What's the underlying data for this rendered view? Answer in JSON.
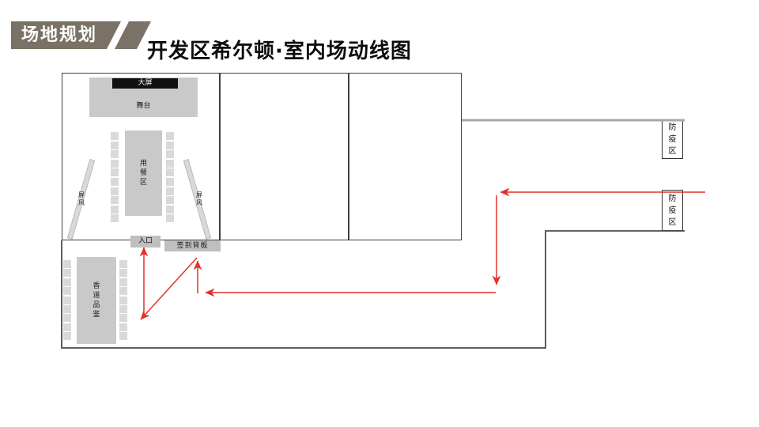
{
  "slide": {
    "banner_label": "场地规划",
    "title": "开发区希尔顿·室内场动线图"
  },
  "floorplan": {
    "big_screen_label": "大屏",
    "stage_label": "舞台",
    "dining_area_label": "用餐区",
    "screen_left_label": "屏风",
    "screen_right_label": "屏风",
    "entrance_label": "入口",
    "signin_board_label": "签到背板",
    "tea_area_label": "香道品鉴",
    "quarantine_top_label": "防疫区",
    "quarantine_bottom_label": "防疫区",
    "dining_chairs_per_column": 10,
    "tea_chairs_per_column": 9
  },
  "colors": {
    "banner": "#7a7266",
    "shape_gray": "#c9c9c9",
    "chair_gray": "#d9d9d9",
    "labelbox_gray": "#bfbfbf",
    "flow_red": "#e3302a",
    "corridor_gray": "#a8a8a8",
    "wall_dark": "#4c4c4c"
  }
}
